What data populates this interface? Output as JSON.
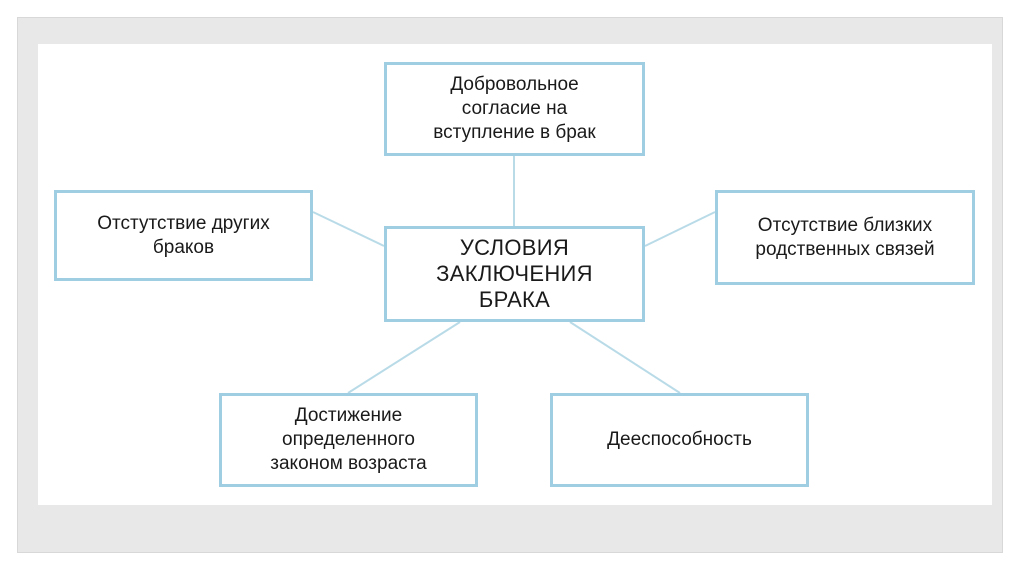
{
  "diagram": {
    "center": {
      "label": "УСЛОВИЯ\nЗАКЛЮЧЕНИЯ\nБРАКА"
    },
    "nodes": {
      "top": {
        "label": "Добровольное\nсогласие на\nвступление в брак"
      },
      "left": {
        "label": "Отстутствие других\nбраков"
      },
      "right": {
        "label": "Отсутствие близких\nродственных связей"
      },
      "bottom_left": {
        "label": "Достижение\nопределенного\nзаконом возраста"
      },
      "bottom_right": {
        "label": "Дееспособность"
      }
    },
    "colors": {
      "box_border": "#9fcde1",
      "connector": "#b9dbe8",
      "text": "#1a1a1a",
      "frame": "#e8e8e8"
    }
  }
}
